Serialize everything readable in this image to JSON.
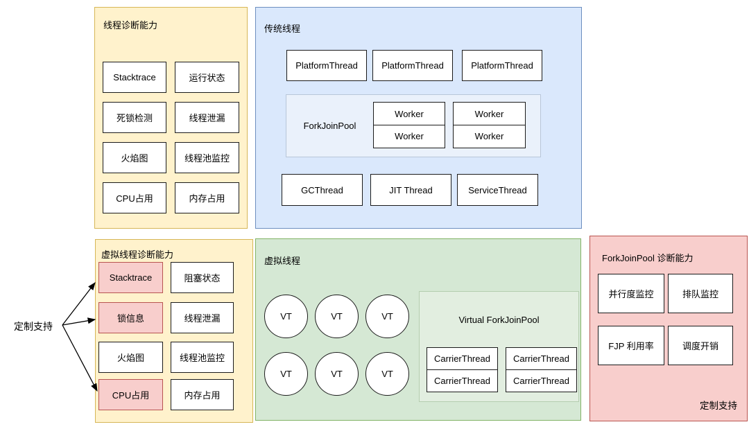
{
  "panels": {
    "thread_diag": {
      "title": "线程诊断能力",
      "items": [
        "Stacktrace",
        "运行状态",
        "死锁检测",
        "线程泄漏",
        "火焰图",
        "线程池监控",
        "CPU占用",
        "内存占用"
      ]
    },
    "traditional": {
      "title": "传统线程",
      "platform_threads": [
        "PlatformThread",
        "PlatformThread",
        "PlatformThread"
      ],
      "forkjoinpool": {
        "label": "ForkJoinPool",
        "workers": [
          "Worker",
          "Worker",
          "Worker",
          "Worker"
        ]
      },
      "system_threads": [
        "GCThread",
        "JIT Thread",
        "ServiceThread"
      ]
    },
    "vt_diag": {
      "title": "虚拟线程诊断能力",
      "items": [
        {
          "label": "Stacktrace",
          "highlighted": true
        },
        {
          "label": "阻塞状态",
          "highlighted": false
        },
        {
          "label": "锁信息",
          "highlighted": true
        },
        {
          "label": "线程泄漏",
          "highlighted": false
        },
        {
          "label": "火焰图",
          "highlighted": false
        },
        {
          "label": "线程池监控",
          "highlighted": false
        },
        {
          "label": "CPU占用",
          "highlighted": true
        },
        {
          "label": "内存占用",
          "highlighted": false
        }
      ]
    },
    "virtual": {
      "title": "虚拟线程",
      "vt_label": "VT",
      "vt_count": 6,
      "virtual_fjp": {
        "label": "Virtual ForkJoinPool",
        "carriers": [
          "CarrierThread",
          "CarrierThread",
          "CarrierThread",
          "CarrierThread"
        ]
      }
    },
    "fjp_diag": {
      "title": "ForkJoinPool 诊断能力",
      "items": [
        "并行度监控",
        "排队监控",
        "FJP 利用率",
        "调度开销"
      ],
      "footer": "定制支持"
    }
  },
  "custom_support_label": "定制支持",
  "colors": {
    "yellow_fill": "#FFF2CC",
    "yellow_border": "#D6B656",
    "blue_fill": "#DAE8FC",
    "blue_border": "#6C8EBF",
    "blue_inner_fill": "#EAF1FB",
    "green_fill": "#D5E8D4",
    "green_border": "#82B366",
    "green_inner_fill": "#E2EEE0",
    "red_fill": "#F8CECC",
    "red_border": "#B85450",
    "box_border": "#1a1a1a",
    "box_fill": "#FFFFFF"
  }
}
